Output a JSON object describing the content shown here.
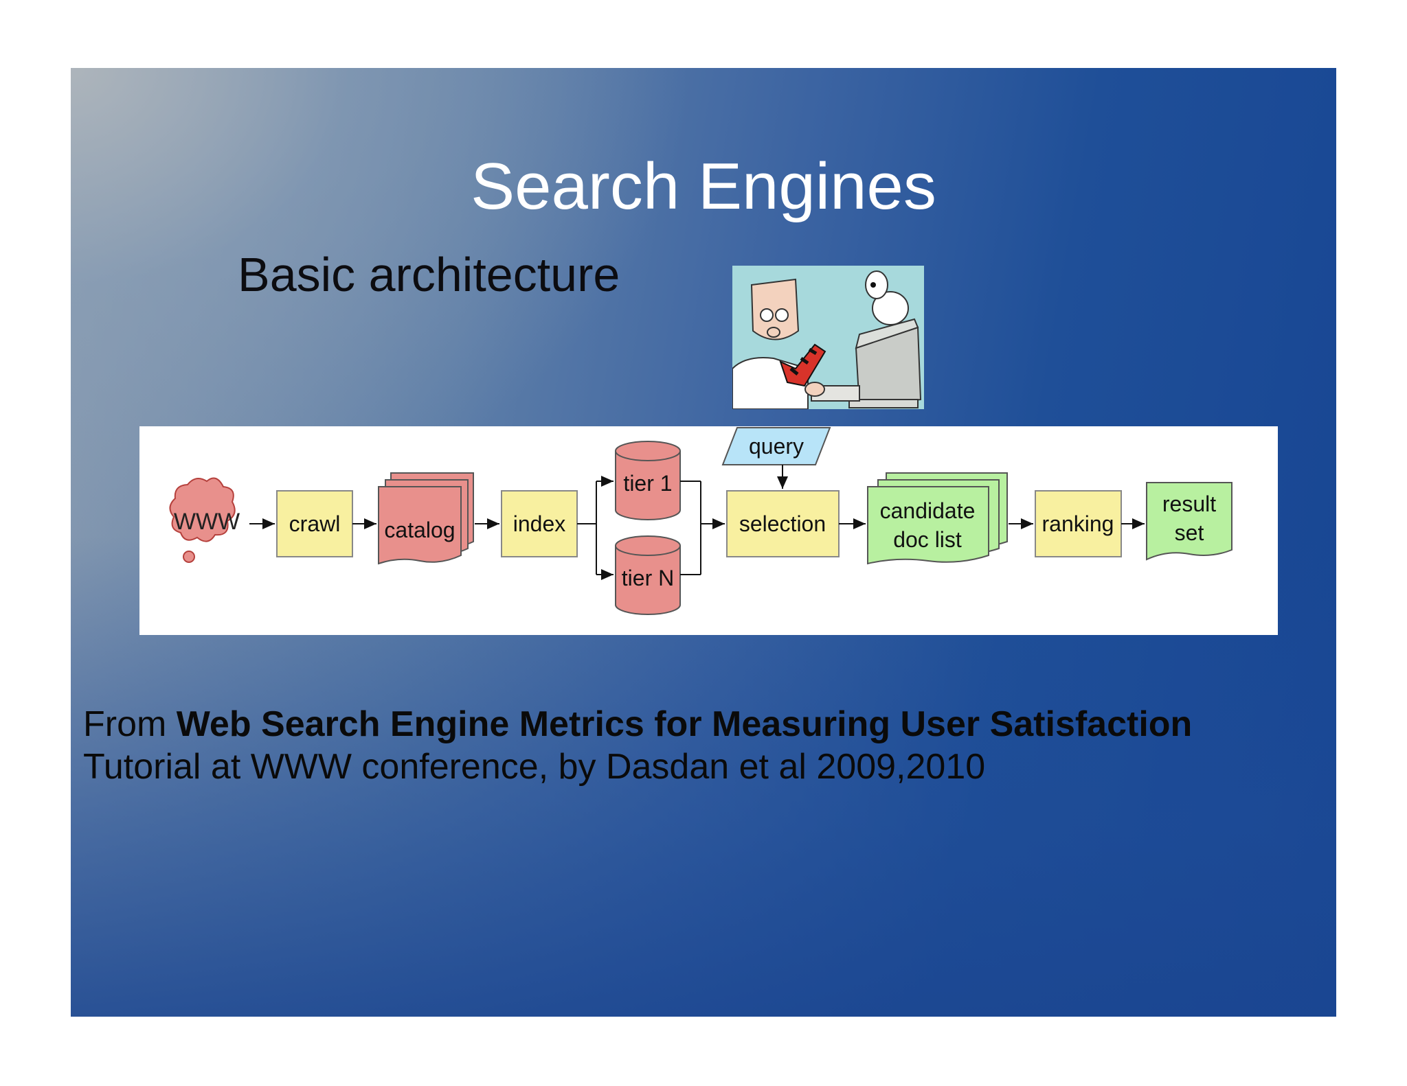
{
  "slide": {
    "title": "Search Engines",
    "subtitle": "Basic architecture"
  },
  "diagram": {
    "nodes": {
      "www": "WWW",
      "crawl": "crawl",
      "catalog": "catalog",
      "index": "index",
      "tier1": "tier 1",
      "tierN": "tier N",
      "query": "query",
      "selection": "selection",
      "candidate_line1": "candidate",
      "candidate_line2": "doc list",
      "ranking": "ranking",
      "result_line1": "result",
      "result_line2": "set"
    },
    "colors": {
      "process_fill": "#f8f0a0",
      "storage_fill": "#e8908c",
      "result_fill": "#b8f0a0",
      "query_fill": "#b8e4f8"
    }
  },
  "citation": {
    "prefix": "From ",
    "bold_title": "Web Search Engine Metrics for Measuring  User Satisfaction",
    "line2": "Tutorial at WWW conference, by Dasdan et al 2009,2010"
  }
}
